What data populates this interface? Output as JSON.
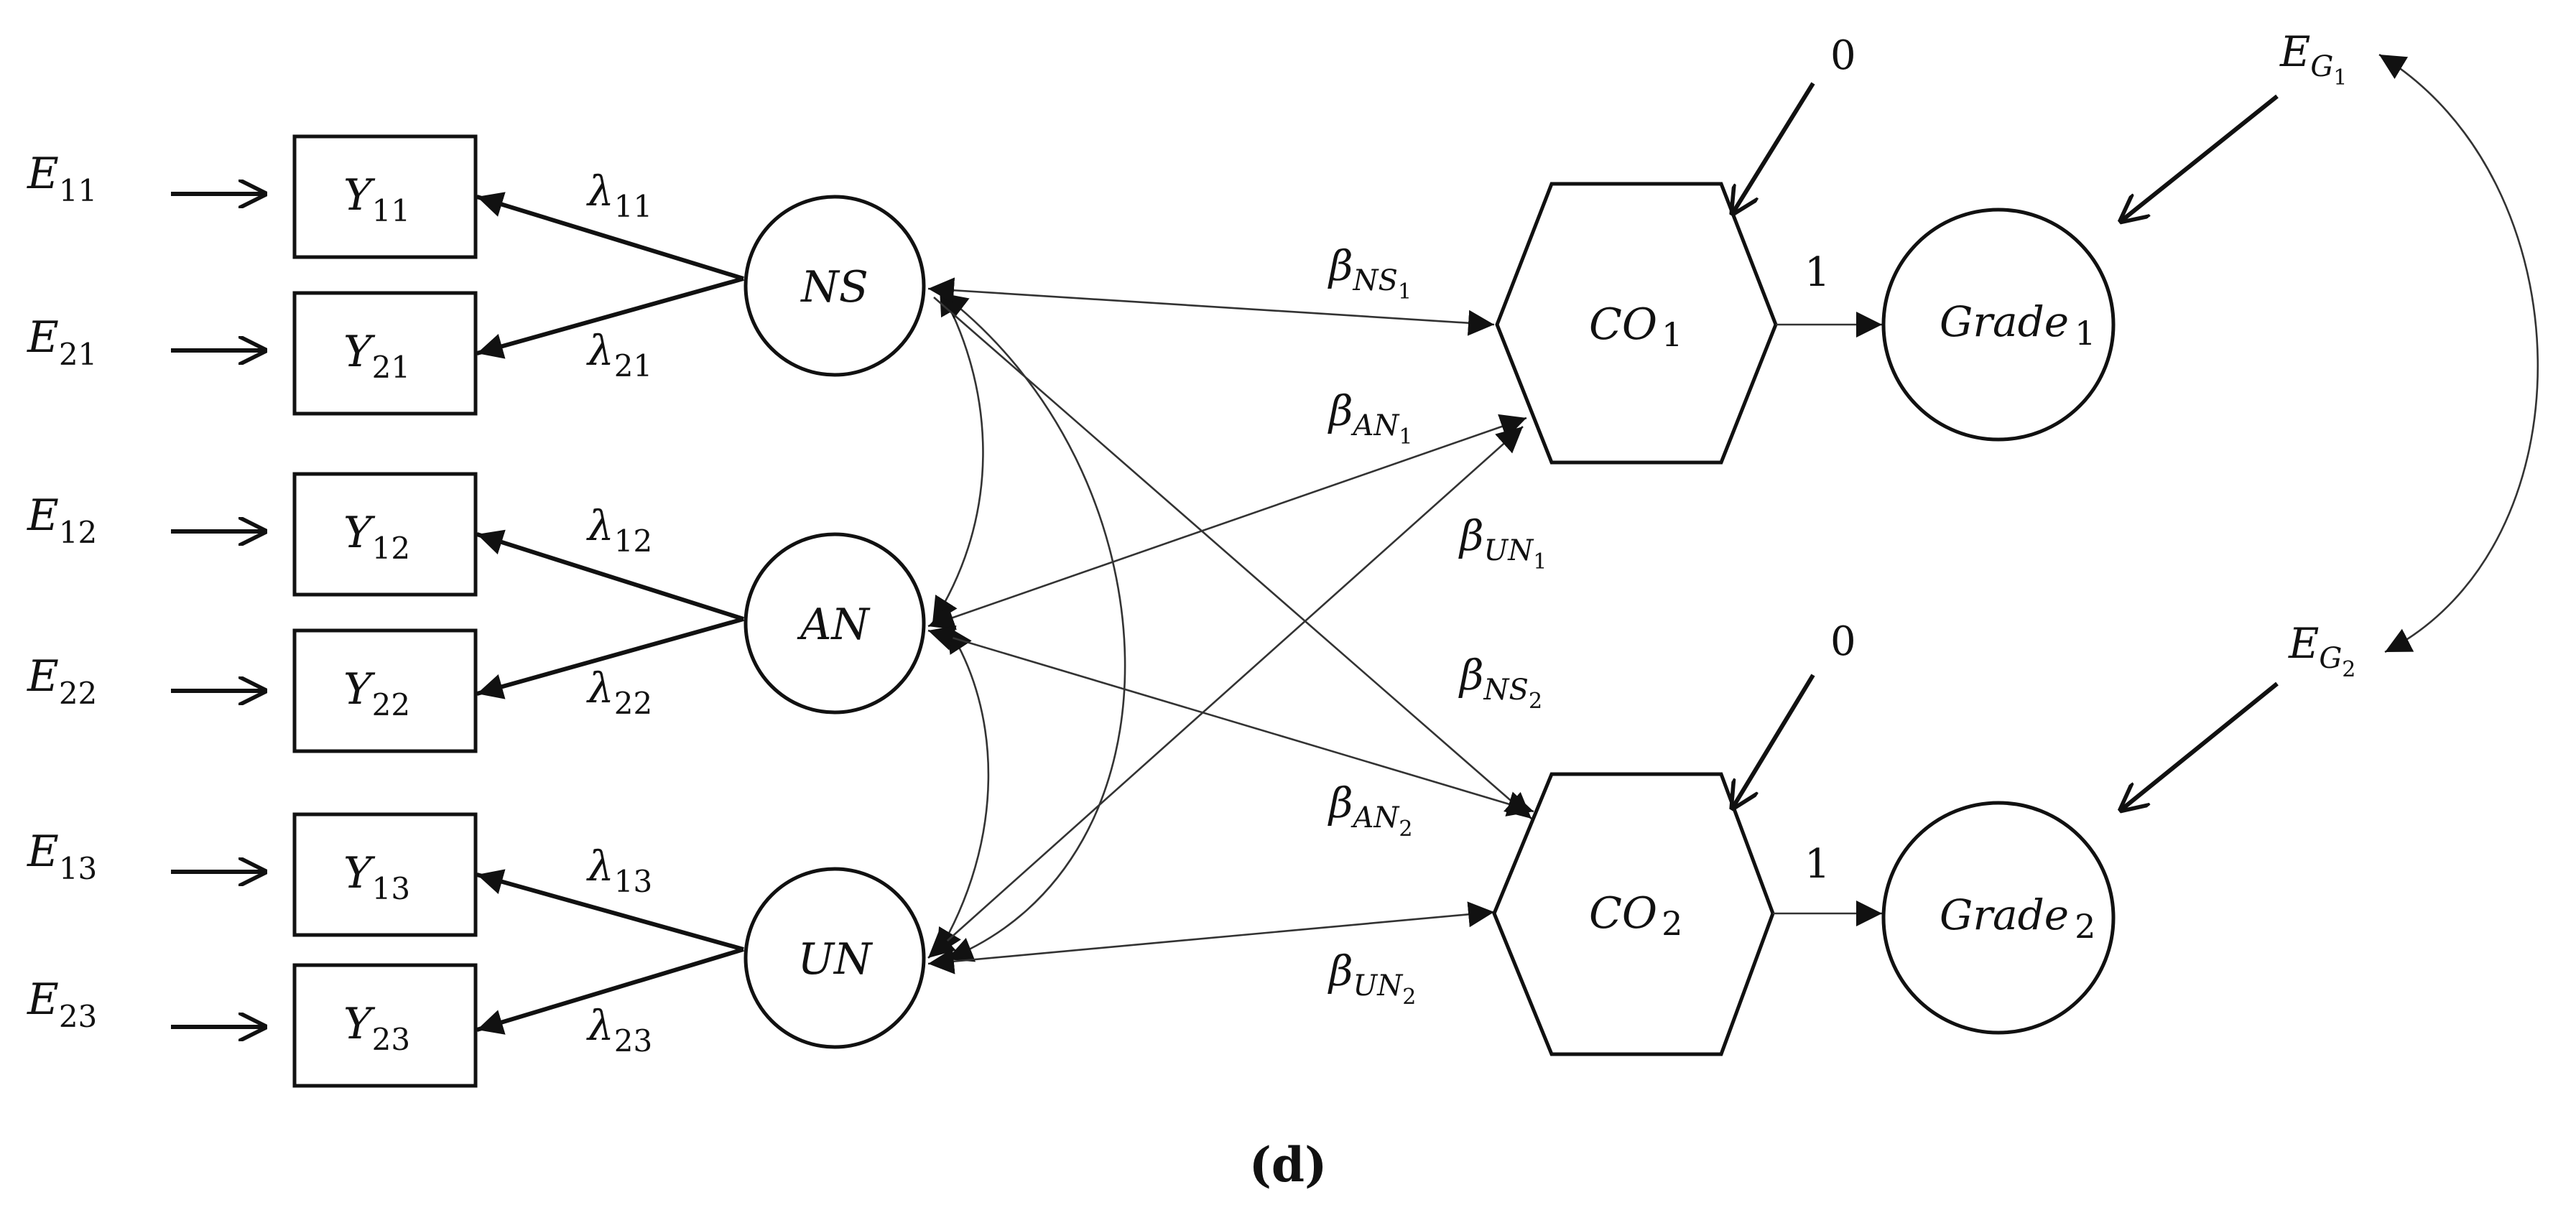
{
  "caption": "(d)",
  "errors": [
    {
      "base": "E",
      "sub": "11"
    },
    {
      "base": "E",
      "sub": "21"
    },
    {
      "base": "E",
      "sub": "12"
    },
    {
      "base": "E",
      "sub": "22"
    },
    {
      "base": "E",
      "sub": "13"
    },
    {
      "base": "E",
      "sub": "23"
    }
  ],
  "indicators": [
    {
      "base": "Y",
      "sub": "11"
    },
    {
      "base": "Y",
      "sub": "21"
    },
    {
      "base": "Y",
      "sub": "12"
    },
    {
      "base": "Y",
      "sub": "22"
    },
    {
      "base": "Y",
      "sub": "13"
    },
    {
      "base": "Y",
      "sub": "23"
    }
  ],
  "loadings": [
    {
      "base": "λ",
      "sub": "11"
    },
    {
      "base": "λ",
      "sub": "21"
    },
    {
      "base": "λ",
      "sub": "12"
    },
    {
      "base": "λ",
      "sub": "22"
    },
    {
      "base": "λ",
      "sub": "13"
    },
    {
      "base": "λ",
      "sub": "23"
    }
  ],
  "latents": [
    "NS",
    "AN",
    "UN"
  ],
  "composites": [
    {
      "base": "CO",
      "sub": "1"
    },
    {
      "base": "CO",
      "sub": "2"
    }
  ],
  "grades": [
    {
      "base": "Grade",
      "sub": "1"
    },
    {
      "base": "Grade",
      "sub": "2"
    }
  ],
  "betas": {
    "ns1": {
      "base": "β",
      "sub": "NS",
      "subsub": "1"
    },
    "an1": {
      "base": "β",
      "sub": "AN",
      "subsub": "1"
    },
    "un1": {
      "base": "β",
      "sub": "UN",
      "subsub": "1"
    },
    "ns2": {
      "base": "β",
      "sub": "NS",
      "subsub": "2"
    },
    "an2": {
      "base": "β",
      "sub": "AN",
      "subsub": "2"
    },
    "un2": {
      "base": "β",
      "sub": "UN",
      "subsub": "2"
    }
  },
  "disturbance": [
    "0",
    "0"
  ],
  "fixed_paths": [
    "1",
    "1"
  ],
  "grade_errors": [
    {
      "base": "E",
      "sub": "G",
      "subsub": "1"
    },
    {
      "base": "E",
      "sub": "G",
      "subsub": "2"
    }
  ]
}
